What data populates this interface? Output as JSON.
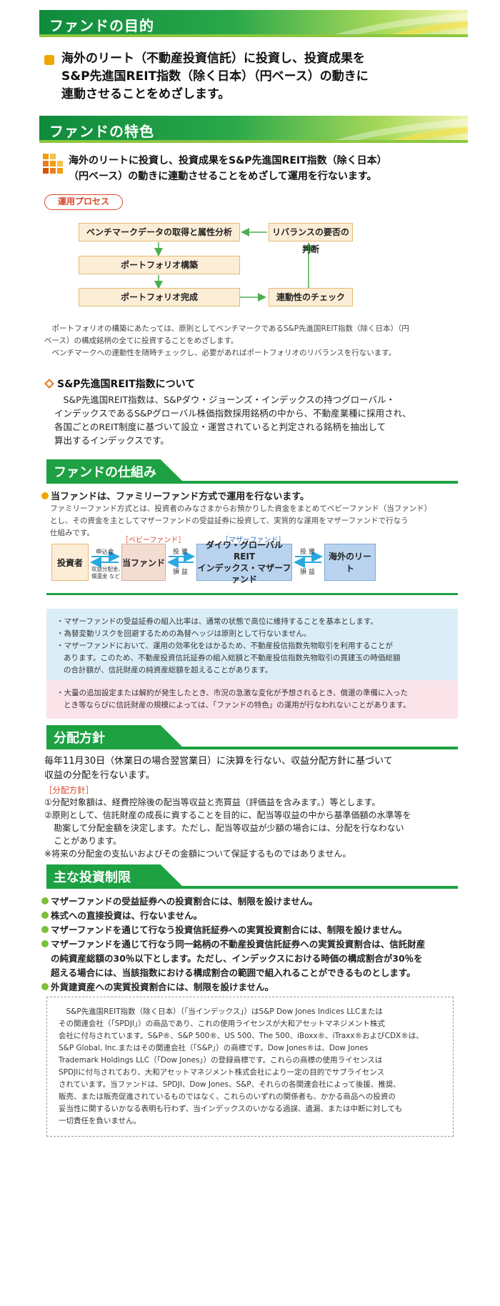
{
  "purpose": {
    "header": "ファンドの目的",
    "text_line1": "海外のリート（不動産投資信託）に投資し、投資成果を",
    "text_line2": "S&P先進国REIT指数（除く日本）（円ベース）の動きに",
    "text_line3": "連動させることをめざします。"
  },
  "features": {
    "header": "ファンドの特色",
    "lead_line1": "海外のリートに投資し、投資成果をS&P先進国REIT指数（除く日本）",
    "lead_line2": "（円ベース）の動きに連動させることをめざして運用を行ないます。",
    "process_label": "運用プロセス",
    "flow": {
      "benchmark": "ベンチマークデータの取得と属性分析",
      "rebalance": "リバランスの要否の判断",
      "build": "ポートフォリオ構築",
      "complete": "ポートフォリオ完成",
      "check": "連動性のチェック"
    },
    "process_note_line1": "ポートフォリオの構築にあたっては、原則としてベンチマークであるS&P先進国REIT指数（除く日本）（円",
    "process_note_line2": "ベース）の構成銘柄の全てに投資することをめざします。",
    "process_note_line3": "ベンチマークへの連動性を随時チェックし、必要があればポートフォリオのリバランスを行ないます。",
    "index_title": "S&P先進国REIT指数について",
    "index_line1": "S&P先進国REIT指数は、S&Pダウ・ジョーンズ・インデックスの持つグローバル・",
    "index_line2": "インデックスであるS&Pグローバル株価指数採用銘柄の中から、不動産業種に採用され、",
    "index_line3": "各国ごとのREIT制度に基づいて設立・運営されていると判定される銘柄を抽出して",
    "index_line4": "算出するインデックスです。"
  },
  "structure": {
    "header": "ファンドの仕組み",
    "lead": "当ファンドは、ファミリーファンド方式で運用を行ないます。",
    "desc_line1": "ファミリーファンド方式とは、投資者のみなさまからお預かりした資金をまとめてベビーファンド（当ファンド）",
    "desc_line2": "とし、その資金を主としてマザーファンドの受益証券に投資して、実質的な運用をマザーファンドで行なう",
    "desc_line3": "仕組みです。",
    "scheme": {
      "baby_label": "［ベビーファンド］",
      "mother_label": "［マザーファンド］",
      "investor": "投資者",
      "fund": "当ファンド",
      "mother_line1": "ダイワ・グローバルREIT",
      "mother_line2": "インデックス・マザーファンド",
      "reit": "海外のリート",
      "apply": "申込金",
      "payout_line1": "収益分配金、",
      "payout_line2": "償還金 など",
      "invest": "投 資",
      "profit": "損 益"
    },
    "notes_blue_1": "マザーファンドの受益証券の組入比率は、通常の状態で高位に維持することを基本とします。",
    "notes_blue_2": "為替変動リスクを回避するための為替ヘッジは原則として行ないません。",
    "notes_blue_3_line1": "マザーファンドにおいて、運用の効率化をはかるため、不動産投信指数先物取引を利用することが",
    "notes_blue_3_line2": "あります。このため、不動産投資信託証券の組入総額と不動産投信指数先物取引の買建玉の時価総額",
    "notes_blue_3_line3": "の合計額が、信託財産の純資産総額を超えることがあります。",
    "notes_pink_line1": "大量の追加設定または解約が発生したとき、市況の急激な変化が予想されるとき、償還の準備に入った",
    "notes_pink_line2": "とき等ならびに信託財産の規模によっては、「ファンドの特色」の運用が行なわれないことがあります。"
  },
  "distribution": {
    "header": "分配方針",
    "lead_line1": "毎年11月30日（休業日の場合翌営業日）に決算を行ない、収益分配方針に基づいて",
    "lead_line2": "収益の分配を行ないます。",
    "policy_label": "［分配方針］",
    "p1": "①分配対象額は、経費控除後の配当等収益と売買益（評価益を含みます。）等とします。",
    "p2_line1": "②原則として、信託財産の成長に資することを目的に、配当等収益の中から基準価額の水準等を",
    "p2_line2": "勘案して分配金額を決定します。ただし、配当等収益が少額の場合には、分配を行なわない",
    "p2_line3": "ことがあります。",
    "p3": "※将来の分配金の支払いおよびその金額について保証するものではありません。"
  },
  "limits": {
    "header": "主な投資制限",
    "l1": "マザーファンドの受益証券への投資割合には、制限を設けません。",
    "l2": "株式への直接投資は、行ないません。",
    "l3": "マザーファンドを通じて行なう投資信託証券への実質投資割合には、制限を設けません。",
    "l4_line1": "マザーファンドを通じて行なう同一銘柄の不動産投資信託証券への実質投資割合は、信託財産",
    "l4_line2": "の純資産総額の30％以下とします。ただし、インデックスにおける時価の構成割合が30％を",
    "l4_line3": "超える場合には、当該指数における構成割合の範囲で組入れることができるものとします。",
    "l5": "外貨建資産への実質投資割合には、制限を設けません。"
  },
  "disclaimer": {
    "line1": "S&P先進国REIT指数（除く日本）（「当インデックス」）はS&P Dow Jones Indices LLCまたは",
    "line2": "その関連会社（「SPDJI」）の商品であり、これの使用ライセンスが大和アセットマネジメント株式",
    "line3": "会社に付与されています。S&P®、S&P 500®、US 500、The 500、iBoxx®、iTraxx®およびCDX®は、",
    "line4": "S&P Global, Inc.またはその関連会社（「S&P」）の商標です。Dow Jones®は、Dow Jones",
    "line5": "Trademark Holdings LLC（「Dow Jones」）の登録商標です。これらの商標の使用ライセンスは",
    "line6": "SPDJIに付与されており、大和アセットマネジメント株式会社により一定の目的でサブライセンス",
    "line7": "されています。当ファンドは、SPDJI、Dow Jones、S&P、それらの各関連会社によって後援、推奨、",
    "line8": "販売、または販売促進されているものではなく、これらのいずれの関係者も、かかる商品への投資の",
    "line9": "妥当性に関するいかなる表明も行わず、当インデックスのいかなる過誤、遺漏、または中断に対しても",
    "line10": "一切責任を負いません。"
  },
  "colors": {
    "green": "#1da142",
    "light_green": "#8cc63f",
    "orange": "#f0a500",
    "flow_fill": "#fcedd6",
    "mother_fill": "#b9d3ef",
    "baby_fill": "#f3ddd3",
    "note_blue": "#dbeef8",
    "note_pink": "#fbe3ea",
    "red_label": "#d9482b"
  }
}
